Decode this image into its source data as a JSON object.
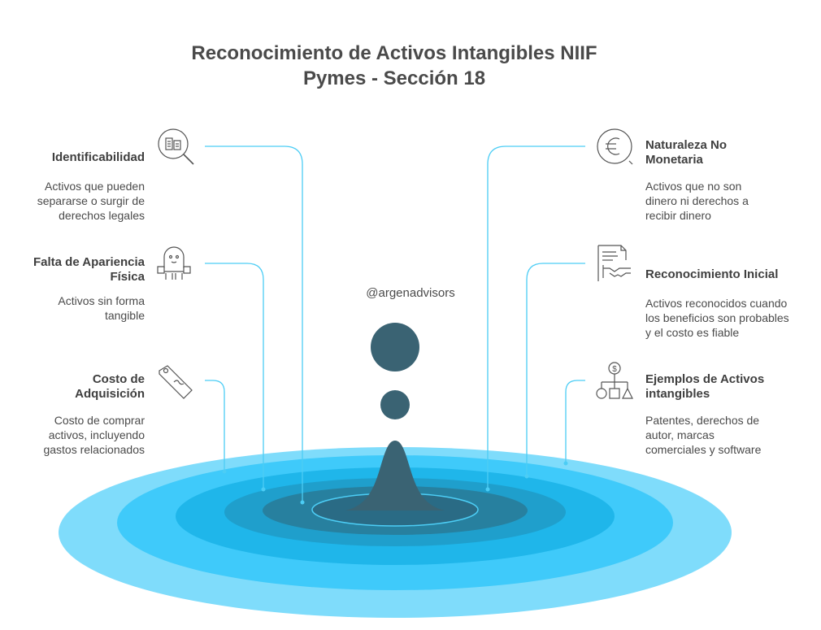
{
  "title": {
    "line1": "Reconocimiento de Activos Intangibles NIIF",
    "line2": "Pymes - Sección 18"
  },
  "handle": "@argenadvisors",
  "items": {
    "identificabilidad": {
      "heading": "Identificabilidad",
      "desc": [
        "Activos que pueden",
        "separarse o surgir de",
        "derechos legales"
      ],
      "icon": "document-search-icon"
    },
    "apariencia": {
      "heading": [
        "Falta de Apariencia",
        "Física"
      ],
      "desc": [
        "Activos sin forma",
        "tangible"
      ],
      "icon": "ghost-icon"
    },
    "costo": {
      "heading": [
        "Costo de",
        "Adquisición"
      ],
      "desc": [
        "Costo de comprar",
        "activos, incluyendo",
        "gastos relacionados"
      ],
      "icon": "price-tag-icon"
    },
    "naturaleza": {
      "heading": [
        "Naturaleza No",
        "Monetaria"
      ],
      "desc": [
        "Activos que no son",
        "dinero ni derechos a",
        "recibir dinero"
      ],
      "icon": "euro-crossed-icon"
    },
    "reconocimiento": {
      "heading": "Reconocimiento Inicial",
      "desc": [
        "Activos reconocidos cuando",
        "los beneficios son probables",
        "y el costo es fiable"
      ],
      "icon": "contract-handshake-icon"
    },
    "ejemplos": {
      "heading": [
        "Ejemplos de Activos",
        "intangibles"
      ],
      "desc": [
        "Patentes, derechos de",
        "autor, marcas",
        "comerciales y software"
      ],
      "icon": "hierarchy-shapes-icon"
    }
  },
  "colors": {
    "ring1": "#7fdcfb",
    "ring2": "#3fcafa",
    "ring3": "#1fb6ea",
    "ring4": "#1f9fcc",
    "ring5": "#27809f",
    "center": "#2a6b85",
    "drop": "#3a6373",
    "connector": "#4ccdf5",
    "icon": "#555555"
  }
}
